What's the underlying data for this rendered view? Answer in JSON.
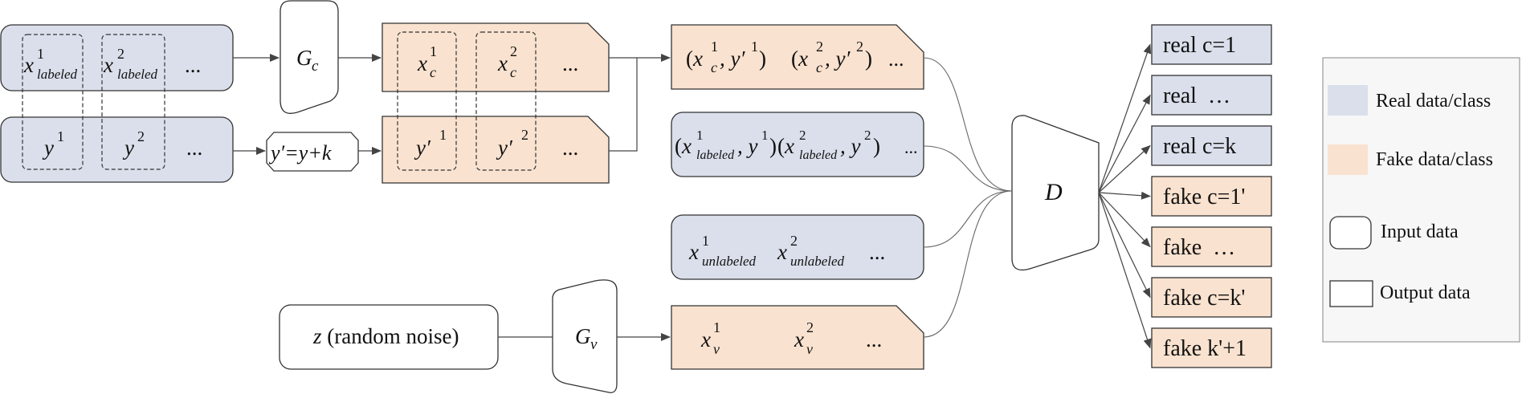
{
  "colors": {
    "real": "#dadfeb",
    "fake": "#f9e2cf",
    "white": "#ffffff",
    "stroke": "#333333"
  },
  "generators": {
    "gc_main": "G",
    "gc_sub": "c",
    "gv_main": "G",
    "gv_sub": "v",
    "d_label": "D"
  },
  "real_labeled_row": {
    "var": "x",
    "sup1": "1",
    "sup2": "2",
    "sub": "labeled",
    "ellipsis": "..."
  },
  "real_label_row": {
    "var": "y",
    "sup1": "1",
    "sup2": "2",
    "ellipsis": "..."
  },
  "shift_box": {
    "text": "y′=y+k"
  },
  "fake_x_row": {
    "var": "x",
    "sup1": "1",
    "sup2": "2",
    "sub": "c",
    "ellipsis": "..."
  },
  "fake_y_row": {
    "var": "y′",
    "sup1": "1",
    "sup2": "2",
    "ellipsis": "..."
  },
  "pair_fake": {
    "open1": "(",
    "x": "x",
    "sub": "c",
    "sup1": "1",
    "comma1": ", y′",
    "psup1": "1",
    "close1": ")",
    "open2": "(",
    "sup2": "2",
    "comma2": ", y′",
    "psup2": "2",
    "close2": ")",
    "ellipsis": "..."
  },
  "pair_real": {
    "open1": "(",
    "x": "x",
    "sub": "labeled",
    "sup1": "1",
    "comma1": ", y",
    "ysup1": "1",
    "close1": ")",
    "open2": "(",
    "sup2": "2",
    "comma2": ", y",
    "ysup2": "2",
    "close2": ")",
    "ellipsis": "..."
  },
  "unlabeled_row": {
    "var": "x",
    "sup1": "1",
    "sup2": "2",
    "sub": "unlabeled",
    "ellipsis": "..."
  },
  "noise_box": {
    "var": "z",
    "text": " (random noise)"
  },
  "fake_v_row": {
    "var": "x",
    "sup1": "1",
    "sup2": "2",
    "sub": "v",
    "ellipsis": "..."
  },
  "outputs": [
    {
      "label": "real c=1",
      "kind": "real"
    },
    {
      "label": "real  …",
      "kind": "real"
    },
    {
      "label": "real c=k",
      "kind": "real"
    },
    {
      "label": "fake c=1'",
      "kind": "fake"
    },
    {
      "label": "fake  …",
      "kind": "fake"
    },
    {
      "label": "fake c=k'",
      "kind": "fake"
    },
    {
      "label": "fake k'+1",
      "kind": "fake"
    }
  ],
  "legend": {
    "real": "Real data/class",
    "fake": "Fake data/class",
    "input": "Input data",
    "output": "Output data"
  }
}
